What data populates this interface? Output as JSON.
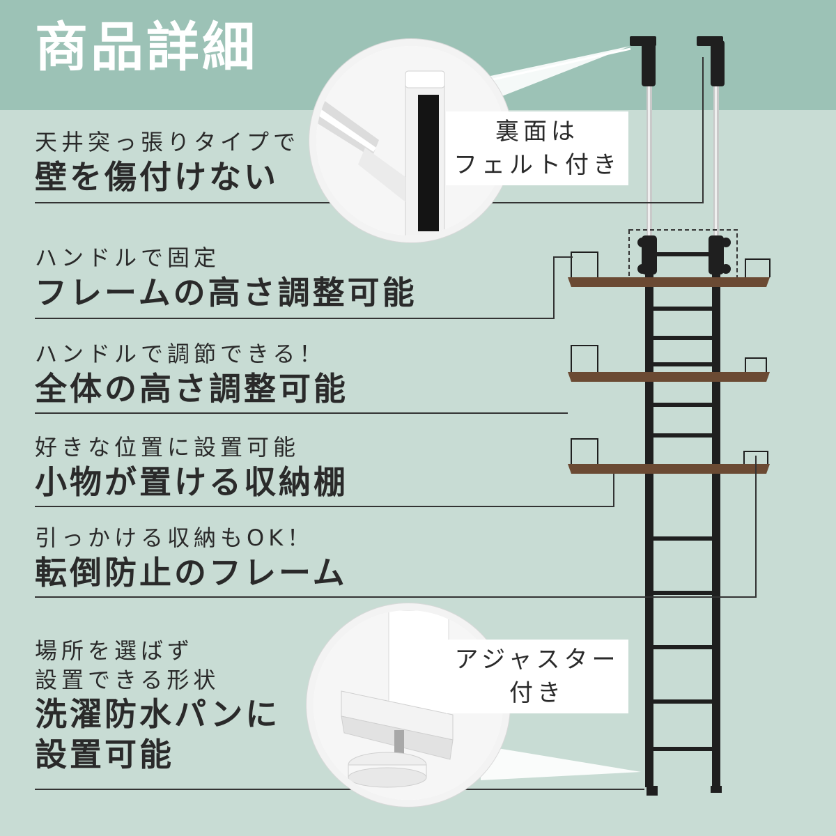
{
  "header": {
    "title": "商品詳細"
  },
  "features": [
    {
      "sub": "天井突っ張りタイプで",
      "main": "壁を傷付けない"
    },
    {
      "sub": "ハンドルで固定",
      "main": "フレームの高さ調整可能"
    },
    {
      "sub": "ハンドルで調節できる！",
      "main": "全体の高さ調整可能"
    },
    {
      "sub": "好きな位置に設置可能",
      "main": "小物が置ける収納棚"
    },
    {
      "sub": "引っかける収納もOK！",
      "main": "転倒防止のフレーム"
    },
    {
      "sub_lines": [
        "場所を選ばず",
        "設置できる形状"
      ],
      "main_lines": [
        "洗濯防水パンに",
        "設置可能"
      ]
    }
  ],
  "callouts": {
    "felt": [
      "裏面は",
      "フェルト付き"
    ],
    "adjuster": [
      "アジャスター",
      "付き"
    ]
  },
  "colors": {
    "header_bg": "#9cc2b6",
    "page_bg": "#c8dcd4",
    "frame": "#1f1f1f",
    "shelf_wood": "#6b4a33",
    "rule": "#333333"
  }
}
